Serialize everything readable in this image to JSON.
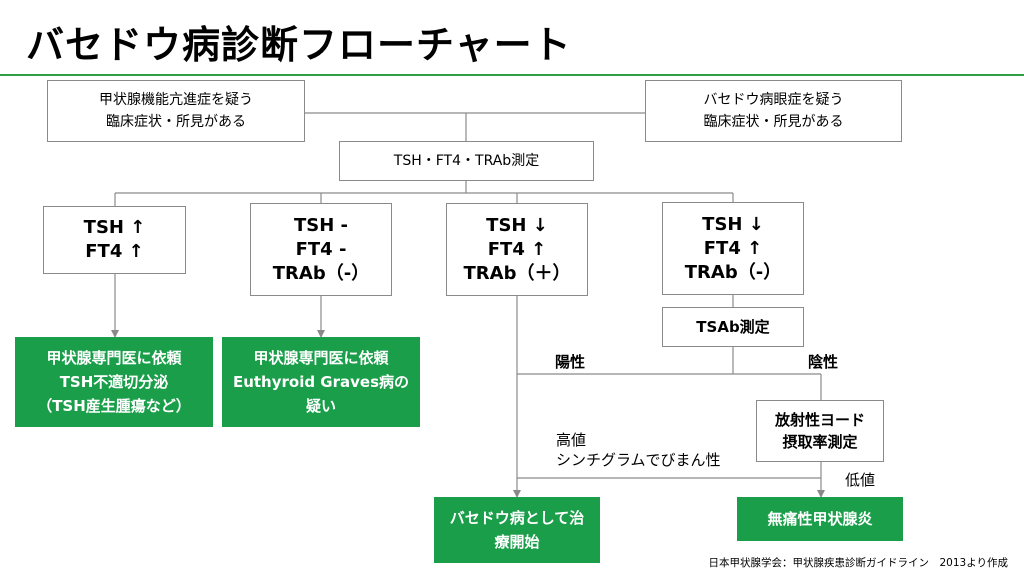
{
  "title": "バセドウ病診断フローチャート",
  "top_left": {
    "line1": "甲状腺機能亢進症を疑う",
    "line2": "臨床症状・所見がある"
  },
  "top_right": {
    "line1": "バセドウ病眼症を疑う",
    "line2": "臨床症状・所見がある"
  },
  "measure": "TSH・FT4・TRAb測定",
  "branch1": {
    "line1": "TSH ↑",
    "line2": "FT4 ↑"
  },
  "branch2": {
    "line1": "TSH -",
    "line2": "FT4 -",
    "line3": "TRAb（-）"
  },
  "branch3": {
    "line1": "TSH ↓",
    "line2": "FT4 ↑",
    "line3": "TRAb（＋）"
  },
  "branch4": {
    "line1": "TSH ↓",
    "line2": "FT4 ↑",
    "line3": "TRAb（-）"
  },
  "tsab": "TSAb測定",
  "result1": {
    "line1": "甲状腺専門医に依頼",
    "line2": "TSH不適切分泌",
    "line3": "（TSH産生腫瘍など）"
  },
  "result2": {
    "line1": "甲状腺専門医に依頼",
    "line2": "Euthyroid Graves病の",
    "line3": "疑い"
  },
  "positive": "陽性",
  "negative": "陰性",
  "iodine": {
    "line1": "放射性ヨード",
    "line2": "摂取率測定"
  },
  "high": {
    "line1": "高値",
    "line2": "シンチグラムでびまん性"
  },
  "low": "低値",
  "treat": {
    "line1": "バセドウ病として治",
    "line2": "療開始"
  },
  "painless": "無痛性甲状腺炎",
  "citation": "日本甲状腺学会：甲状腺疾患診断ガイドライン　2013より作成",
  "colors": {
    "accent_green": "#1a9e4a",
    "rule_green": "#2ea043",
    "line_gray": "#8a8a8a"
  }
}
